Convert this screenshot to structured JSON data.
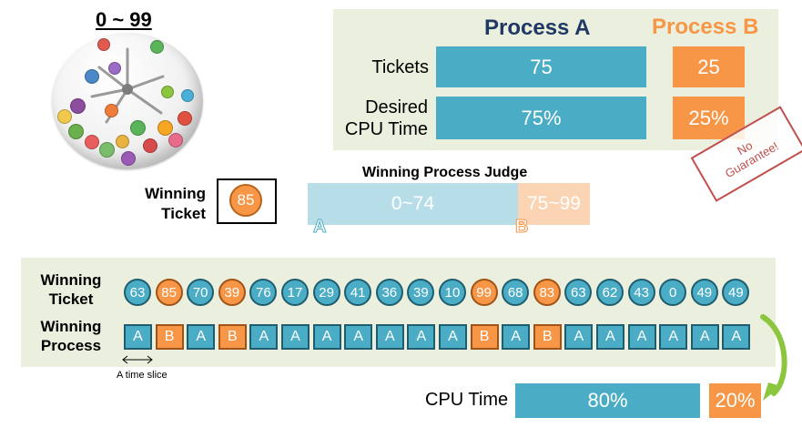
{
  "drum": {
    "title": "0 ~ 99"
  },
  "processes": {
    "a": {
      "name": "Process A",
      "color": "#4bacc6"
    },
    "b": {
      "name": "Process B",
      "color": "#f79646"
    }
  },
  "table": {
    "tickets_label": "Tickets",
    "desired_label_line1": "Desired",
    "desired_label_line2": "CPU Time",
    "tickets_a": "75",
    "tickets_b": "25",
    "desired_a": "75%",
    "desired_b": "25%"
  },
  "stamp": {
    "line1": "No",
    "line2": "Guarantee!"
  },
  "winning_ticket": {
    "label_line1": "Winning",
    "label_line2": "Ticket",
    "value": "85"
  },
  "judge": {
    "title": "Winning Process Judge",
    "range_a": "0~74",
    "range_b": "75~99",
    "letter_a": "A",
    "letter_b": "B"
  },
  "sequence": {
    "ticket_label_line1": "Winning",
    "ticket_label_line2": "Ticket",
    "process_label_line1": "Winning",
    "process_label_line2": "Process",
    "tickets": [
      "63",
      "85",
      "70",
      "39",
      "76",
      "17",
      "29",
      "41",
      "36",
      "39",
      "10",
      "99",
      "68",
      "83",
      "63",
      "62",
      "43",
      "0",
      "49",
      "49"
    ],
    "processes": [
      "A",
      "B",
      "A",
      "B",
      "A",
      "A",
      "A",
      "A",
      "A",
      "A",
      "A",
      "B",
      "A",
      "B",
      "A",
      "A",
      "A",
      "A",
      "A",
      "A"
    ]
  },
  "time_slice_label": "A time slice",
  "cpu": {
    "label": "CPU Time",
    "a": "80%",
    "b": "20%"
  }
}
